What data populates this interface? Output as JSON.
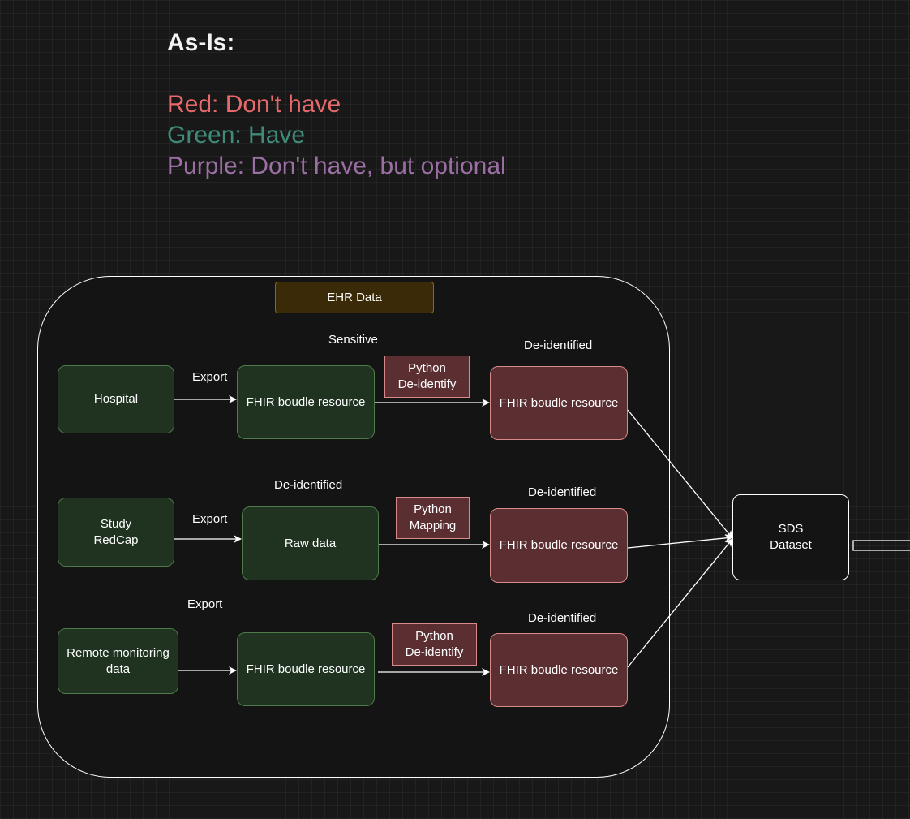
{
  "header": {
    "title": "As-Is:",
    "legend": [
      {
        "text": "Red: Don't have",
        "color": "#e8696b"
      },
      {
        "text": "Green: Have",
        "color": "#3f8a78"
      },
      {
        "text": "Purple: Don't have, but optional",
        "color": "#9b6fa3"
      }
    ]
  },
  "diagram": {
    "group_label": "EHR Data",
    "rows": [
      {
        "source": "Hospital",
        "edge_label": "Export",
        "middle": "FHIR boudle resource",
        "middle_status": "Sensitive",
        "process": "Python\nDe-identify",
        "output": "FHIR boudle resource",
        "output_status": "De-identified"
      },
      {
        "source": "Study\nRedCap",
        "edge_label": "Export",
        "middle": "Raw data",
        "middle_status": "De-identified",
        "process": "Python\nMapping",
        "output": "FHIR boudle resource",
        "output_status": "De-identified"
      },
      {
        "source": "Remote monitoring\ndata",
        "edge_label": "Export",
        "middle": "FHIR boudle resource",
        "process": "Python\nDe-identify",
        "output": "FHIR boudle resource",
        "output_status": "De-identified"
      }
    ],
    "target": "SDS\nDataset"
  },
  "colors": {
    "have": "#1f3320",
    "dont_have": "#5b2f31",
    "group_label_bg": "#3a2a08"
  }
}
